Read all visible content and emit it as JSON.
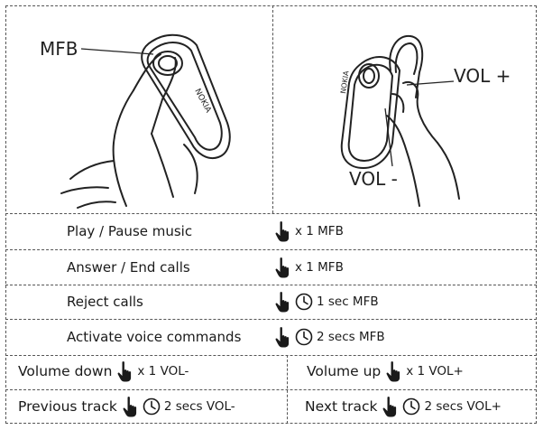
{
  "figures": {
    "left_callout": "MFB",
    "right_top_callout": "VOL +",
    "right_bottom_callout": "VOL -",
    "brand_text": "NOKIA"
  },
  "rows": [
    {
      "action": "Play / Pause music",
      "instruction": "x 1 MFB"
    },
    {
      "action": "Answer / End calls",
      "instruction": "x 1 MFB"
    },
    {
      "action": "Reject calls",
      "instruction": "1 sec MFB"
    },
    {
      "action": "Activate voice commands",
      "instruction": "2 secs MFB"
    }
  ],
  "split_rows": [
    {
      "left_label": "Volume down",
      "left_instruction": "x 1 VOL-",
      "right_label": "Volume up",
      "right_instruction": "x 1 VOL+"
    },
    {
      "left_label": "Previous track",
      "left_instruction": "2 secs VOL-",
      "right_label": "Next track",
      "right_instruction": "2 secs VOL+"
    }
  ],
  "icons": {
    "press": "finger-press-icon",
    "hold": "clock-icon"
  }
}
